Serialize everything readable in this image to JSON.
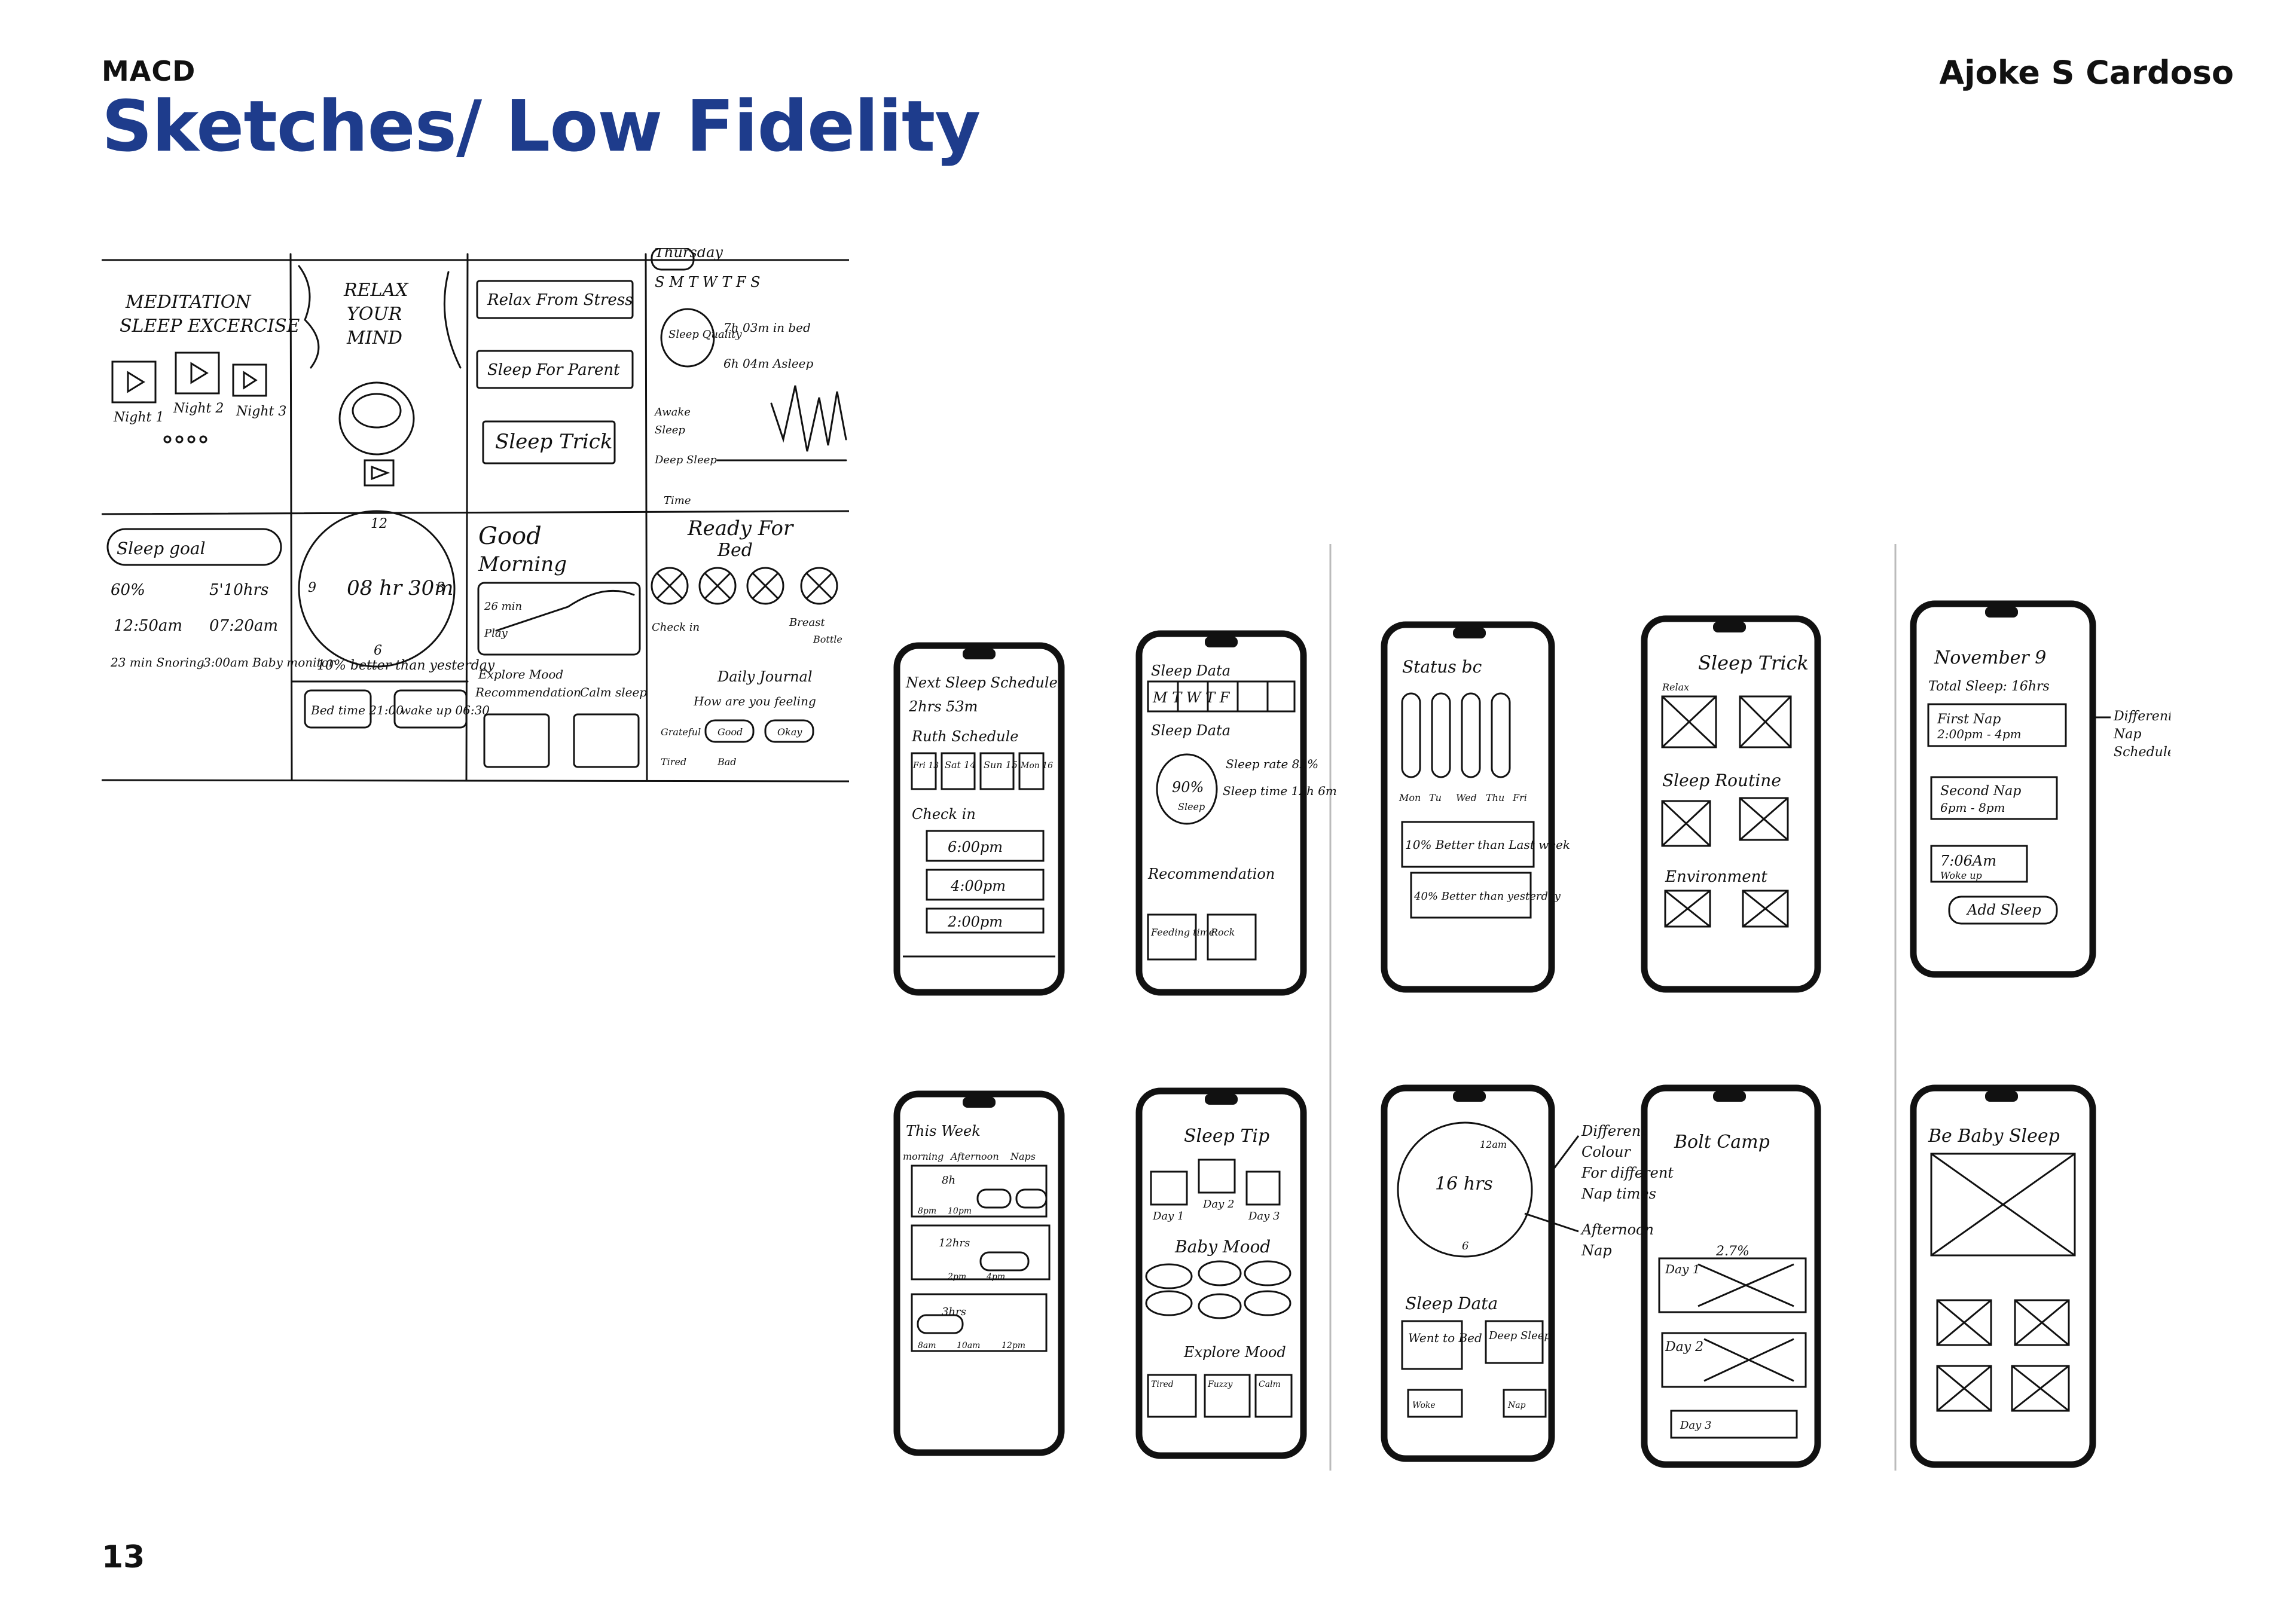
{
  "header": {
    "course": "MACD",
    "title": "Sketches/ Low Fidelity",
    "author": "Ajoke S Cardoso"
  },
  "footer": {
    "page_number": "13"
  },
  "sketch_sheet": {
    "panels": [
      {
        "lines": [
          "MEDITATION",
          "SLEEP EXCERCISE",
          "Night 1",
          "Night 2",
          "Night 3"
        ]
      },
      {
        "lines": [
          "RELAX",
          "YOUR",
          "MIND"
        ]
      },
      {
        "lines": [
          "Relax From Stress",
          "Sleep For Parent",
          "Sleep Trick"
        ]
      },
      {
        "lines": [
          "Thursday",
          "S M T W T F S",
          "Sleep Quality",
          "7h 03m in bed",
          "6h 04m Asleep",
          "Awake",
          "Sleep",
          "Deep Sleep",
          "Time"
        ]
      },
      {
        "lines": [
          "Sleep goal",
          "60%",
          "5'10hrs",
          "12:50am",
          "07:20am",
          "23 min Snoring",
          "3:00am Baby monitor"
        ]
      },
      {
        "lines": [
          "12",
          "3",
          "6",
          "9",
          "08 hr 30m",
          "10% better than yesterday",
          "Bed time 21:00",
          "wake up 06:30"
        ]
      },
      {
        "lines": [
          "Good",
          "Morning",
          "26 min",
          "Play",
          "Explore Mood",
          "Recommendation",
          "Calm sleep"
        ]
      },
      {
        "lines": [
          "Ready For",
          "Bed",
          "Check in",
          "Breast",
          "Bottle",
          "Daily Journal",
          "How are you feeling",
          "Grateful",
          "Good",
          "Okay",
          "Tired",
          "Bad"
        ]
      }
    ]
  },
  "phone_sketches": [
    {
      "lines": [
        "Next Sleep Schedule",
        "2hrs 53m",
        "Ruth Schedule",
        "Fri 13",
        "Sat 14",
        "Sun 15",
        "Mon 16",
        "Check in",
        "6:00pm",
        "4:00pm",
        "2:00pm"
      ]
    },
    {
      "lines": [
        "Sleep Data",
        "M T W T F",
        "Sleep Data",
        "Sleep rate 82%",
        "90%",
        "Sleep",
        "Sleep time 12h 6m",
        "Recommendation",
        "Feeding time",
        "Rock"
      ]
    },
    {
      "lines": [
        "Status bc",
        "Mon",
        "Tu",
        "Wed",
        "Thu",
        "Fri",
        "10% Better than Last week",
        "40% Better than yesterday"
      ]
    },
    {
      "lines": [
        "Sleep Trick",
        "Relax",
        "Sleep Routine",
        "Environment"
      ]
    },
    {
      "lines": [
        "November 9",
        "Total Sleep: 16hrs",
        "First Nap",
        "2:00pm - 4pm",
        "Second Nap",
        "6pm - 8pm",
        "7:06Am",
        "Woke up",
        "Add Sleep"
      ]
    },
    {
      "lines": [
        "This Week",
        "morning",
        "Afternoon",
        "Naps",
        "8h",
        "8pm",
        "10pm",
        "12hrs",
        "2pm",
        "4pm",
        "3hrs",
        "8am",
        "10am",
        "12pm"
      ]
    },
    {
      "lines": [
        "Sleep Tip",
        "Day 1",
        "Day 2",
        "Day 3",
        "Baby Mood",
        "Explore Mood",
        "Tired",
        "Fuzzy",
        "Calm"
      ]
    },
    {
      "lines": [
        "12am",
        "16 hrs",
        "6",
        "Sleep Data",
        "Went to Bed",
        "Deep Sleep",
        "Woke",
        "Nap"
      ]
    },
    {
      "lines": [
        "Bolt Camp",
        "2.7%",
        "Day 1",
        "Day 2",
        "Day 3"
      ]
    },
    {
      "lines": [
        "Be Baby Sleep"
      ]
    }
  ],
  "annotations": [
    {
      "lines": [
        "Different",
        "Nap",
        "Schedule"
      ]
    },
    {
      "lines": [
        "Different",
        "Colour",
        "For different",
        "Nap times"
      ]
    },
    {
      "lines": [
        "Afternoon",
        "Nap"
      ]
    }
  ]
}
